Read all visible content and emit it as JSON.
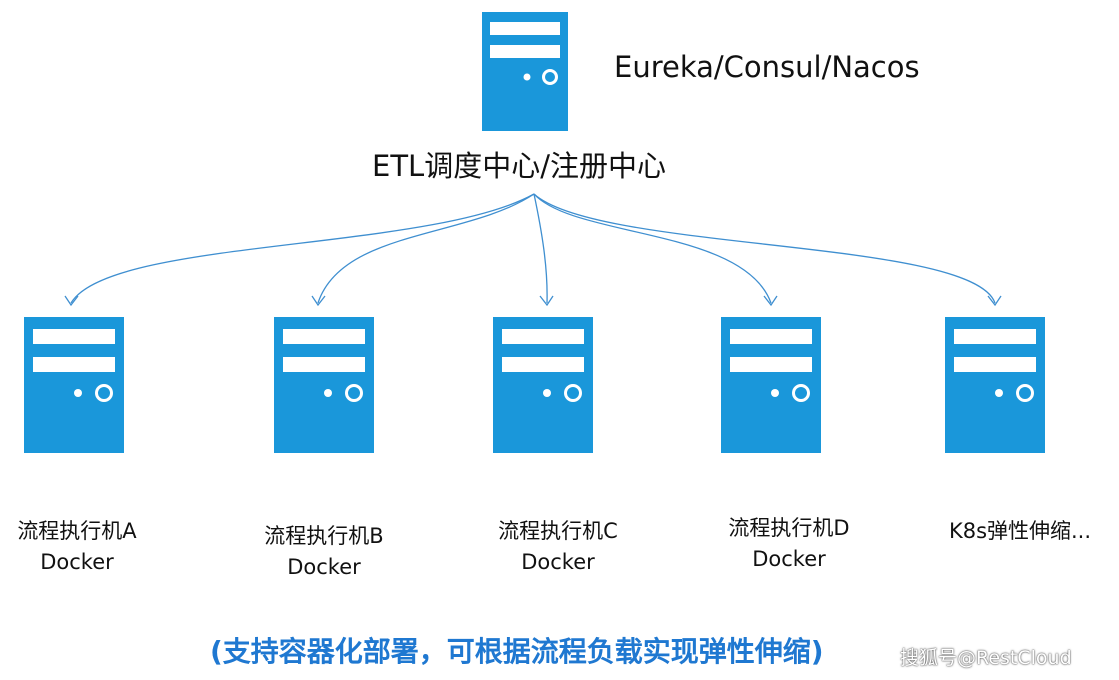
{
  "registry": {
    "label": "Eureka/Consul/Nacos"
  },
  "center": {
    "label": "ETL调度中心/注册中心",
    "icon": "server-icon"
  },
  "workers": [
    {
      "line1": "流程执行机A",
      "line2": "Docker",
      "icon": "server-icon"
    },
    {
      "line1": "流程执行机B",
      "line2": "Docker",
      "icon": "server-icon"
    },
    {
      "line1": "流程执行机C",
      "line2": "Docker",
      "icon": "server-icon"
    },
    {
      "line1": "流程执行机D",
      "line2": "Docker",
      "icon": "server-icon"
    },
    {
      "line1": "K8s弹性伸缩...",
      "line2": "",
      "icon": "server-icon"
    }
  ],
  "caption": "(支持容器化部署，可根据流程负载实现弹性伸缩)",
  "watermark": "搜狐号@RestCloud",
  "colors": {
    "server": "#1a97da",
    "arrow": "#3f8fd0",
    "caption": "#1f78d1"
  }
}
